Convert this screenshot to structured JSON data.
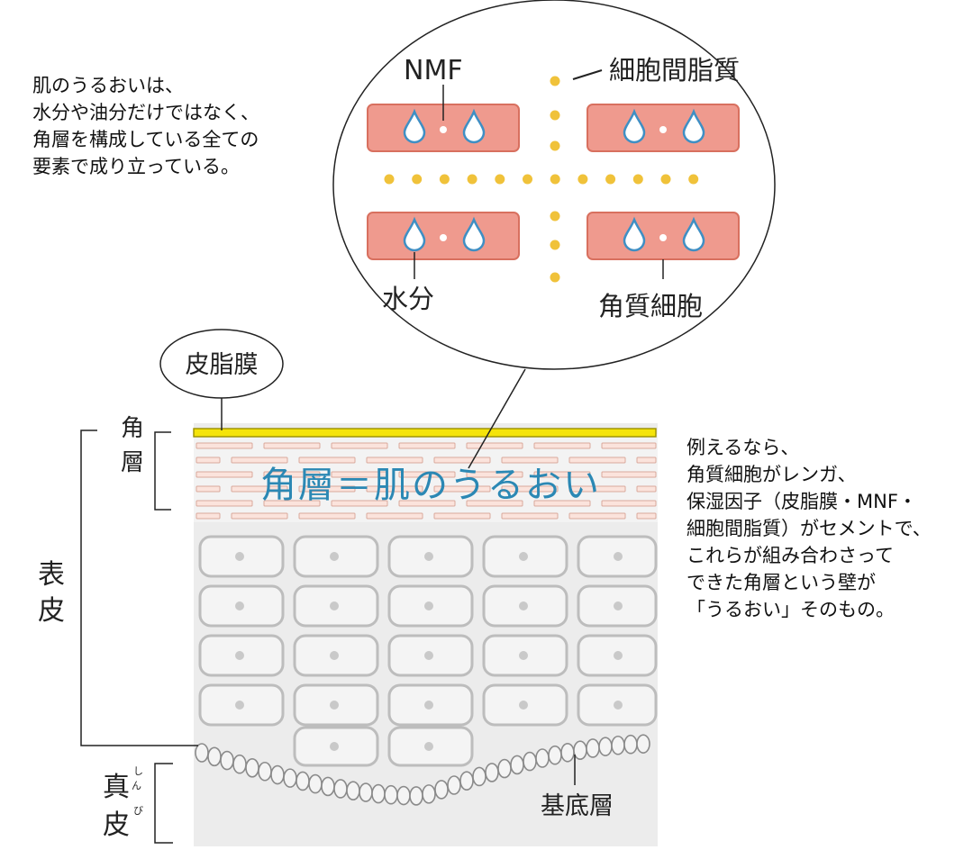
{
  "left_note": {
    "lines": [
      "肌のうるおいは、",
      "水分や油分だけではなく、",
      "角層を構成している全ての",
      "要素で成り立っている。"
    ]
  },
  "right_note": {
    "lines": [
      "例えるなら、",
      "角質細胞がレンガ、",
      "保湿因子（皮脂膜・MNF・",
      "細胞間脂質）がセメントで、",
      "これらが組み合わさって",
      "できた角層という壁が",
      "「うるおい」そのもの。"
    ]
  },
  "zoom_labels": {
    "nmf": "NMF",
    "intercellular_lipid": "細胞間脂質",
    "water": "水分",
    "corneocyte": "角質細胞"
  },
  "skin_labels": {
    "sebum_film": "皮脂膜",
    "stratum_corneum": [
      "角",
      "層"
    ],
    "epidermis": [
      "表",
      "皮"
    ],
    "dermis": [
      "真",
      "皮"
    ],
    "dermis_ruby": [
      "し",
      "ん",
      "び"
    ],
    "basal_layer": "基底層"
  },
  "headline": "角層＝肌のうるおい",
  "colors": {
    "cell_fill": "#ef9a8e",
    "cell_stroke": "#d8705f",
    "droplet_stroke": "#3f8fc4",
    "lipid_dot": "#f0c23a",
    "sebum_yellow": "#f5e40b",
    "headline": "#2b88b4",
    "skin_bg": "#ececec",
    "cell_outline": "#bdbdbd"
  }
}
